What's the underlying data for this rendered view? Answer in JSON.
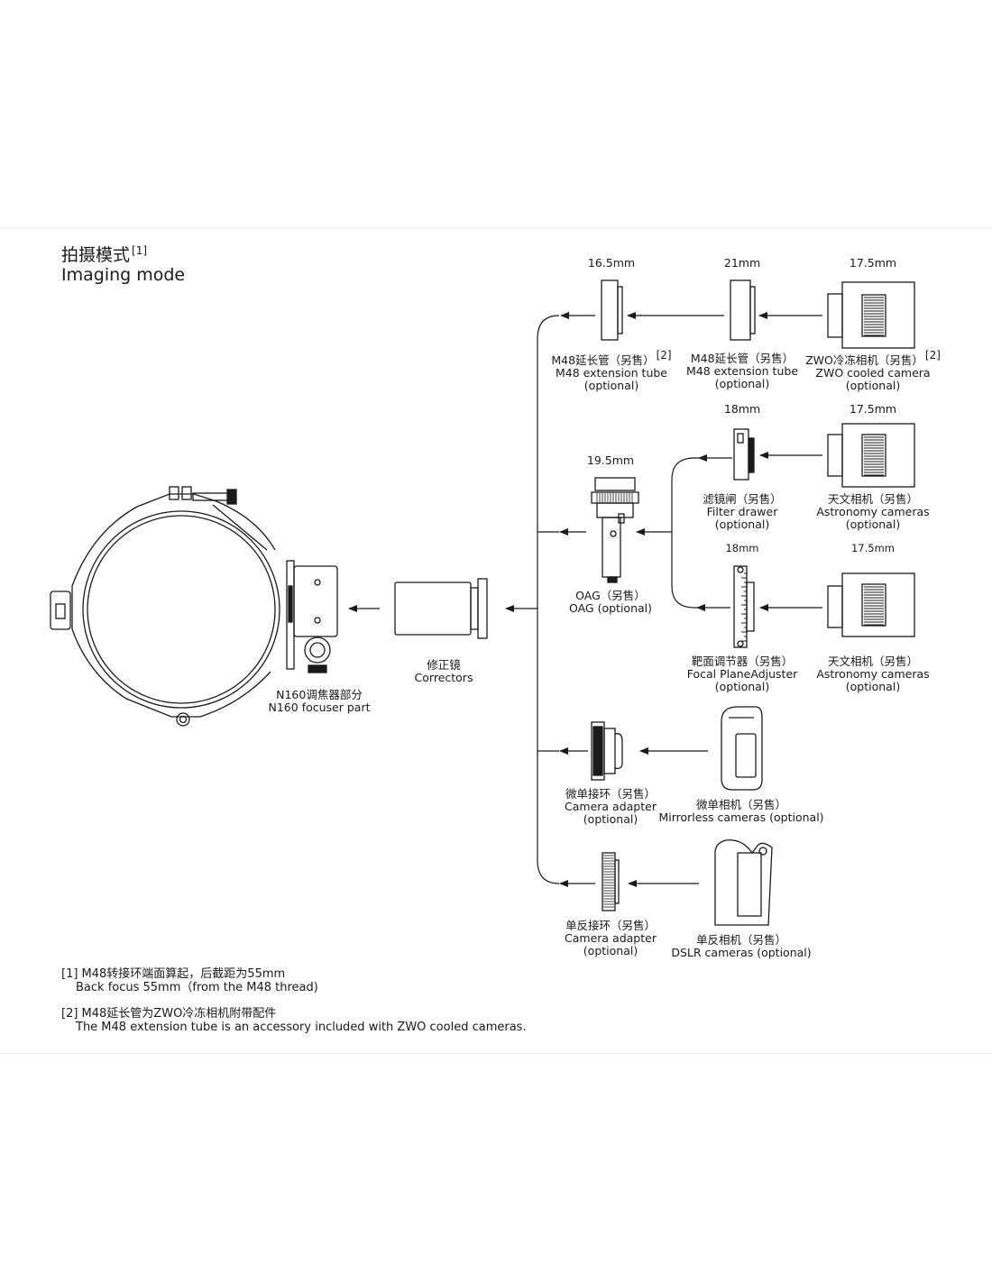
{
  "title": {
    "cn": "拍摄模式",
    "en": "Imaging mode",
    "ref": "[1]"
  },
  "focuser": {
    "cn": "N160调焦器部分",
    "en": "N160 focuser part"
  },
  "correctors": {
    "cn": "修正镜",
    "en": "Correctors"
  },
  "oag": {
    "dim": "19.5mm",
    "cn": "OAG（另售）",
    "en": "OAG (optional)"
  },
  "row1": {
    "m48_a": {
      "dim": "16.5mm",
      "cn": "M48延长管（另售）",
      "ref": "[2]",
      "en": "M48 extension tube",
      "opt": "(optional)"
    },
    "m48_b": {
      "dim": "21mm",
      "cn": "M48延长管（另售）",
      "en": "M48 extension tube",
      "opt": "(optional)"
    },
    "zwo": {
      "dim": "17.5mm",
      "cn": "ZWO冷冻相机（另售）",
      "ref": "[2]",
      "en": "ZWO cooled camera",
      "opt": "(optional)"
    }
  },
  "row2": {
    "filter": {
      "dim": "18mm",
      "cn": "滤镜闸（另售）",
      "en": "Filter drawer",
      "opt": "(optional)"
    },
    "astro": {
      "dim": "17.5mm",
      "cn": "天文相机（另售）",
      "en": "Astronomy cameras",
      "opt": "(optional)"
    }
  },
  "row3": {
    "fpa": {
      "dim": "18mm",
      "cn": "靶面调节器（另售）",
      "en": "Focal PlaneAdjuster",
      "opt": "(optional)"
    },
    "astro": {
      "dim": "17.5mm",
      "cn": "天文相机（另售）",
      "en": "Astronomy cameras",
      "opt": "(optional)"
    }
  },
  "row4": {
    "adapter": {
      "cn": "微单接环（另售）",
      "en": "Camera adapter",
      "opt": "(optional)"
    },
    "camera": {
      "cn": "微单相机（另售）",
      "en": "Mirrorless cameras (optional)"
    }
  },
  "row5": {
    "adapter": {
      "cn": "单反接环（另售）",
      "en": "Camera adapter",
      "opt": "(optional)"
    },
    "camera": {
      "cn": "单反相机（另售）",
      "en": "DSLR cameras  (optional)"
    }
  },
  "notes": [
    {
      "cn": "[1] M48转接环端面算起，后截距为55mm",
      "en": "Back focus 55mm（from the M48 thread)"
    },
    {
      "cn": "[2] M48延长管为ZWO冷冻相机附带配件",
      "en": "The M48 extension tube is an accessory included with ZWO cooled cameras."
    }
  ]
}
